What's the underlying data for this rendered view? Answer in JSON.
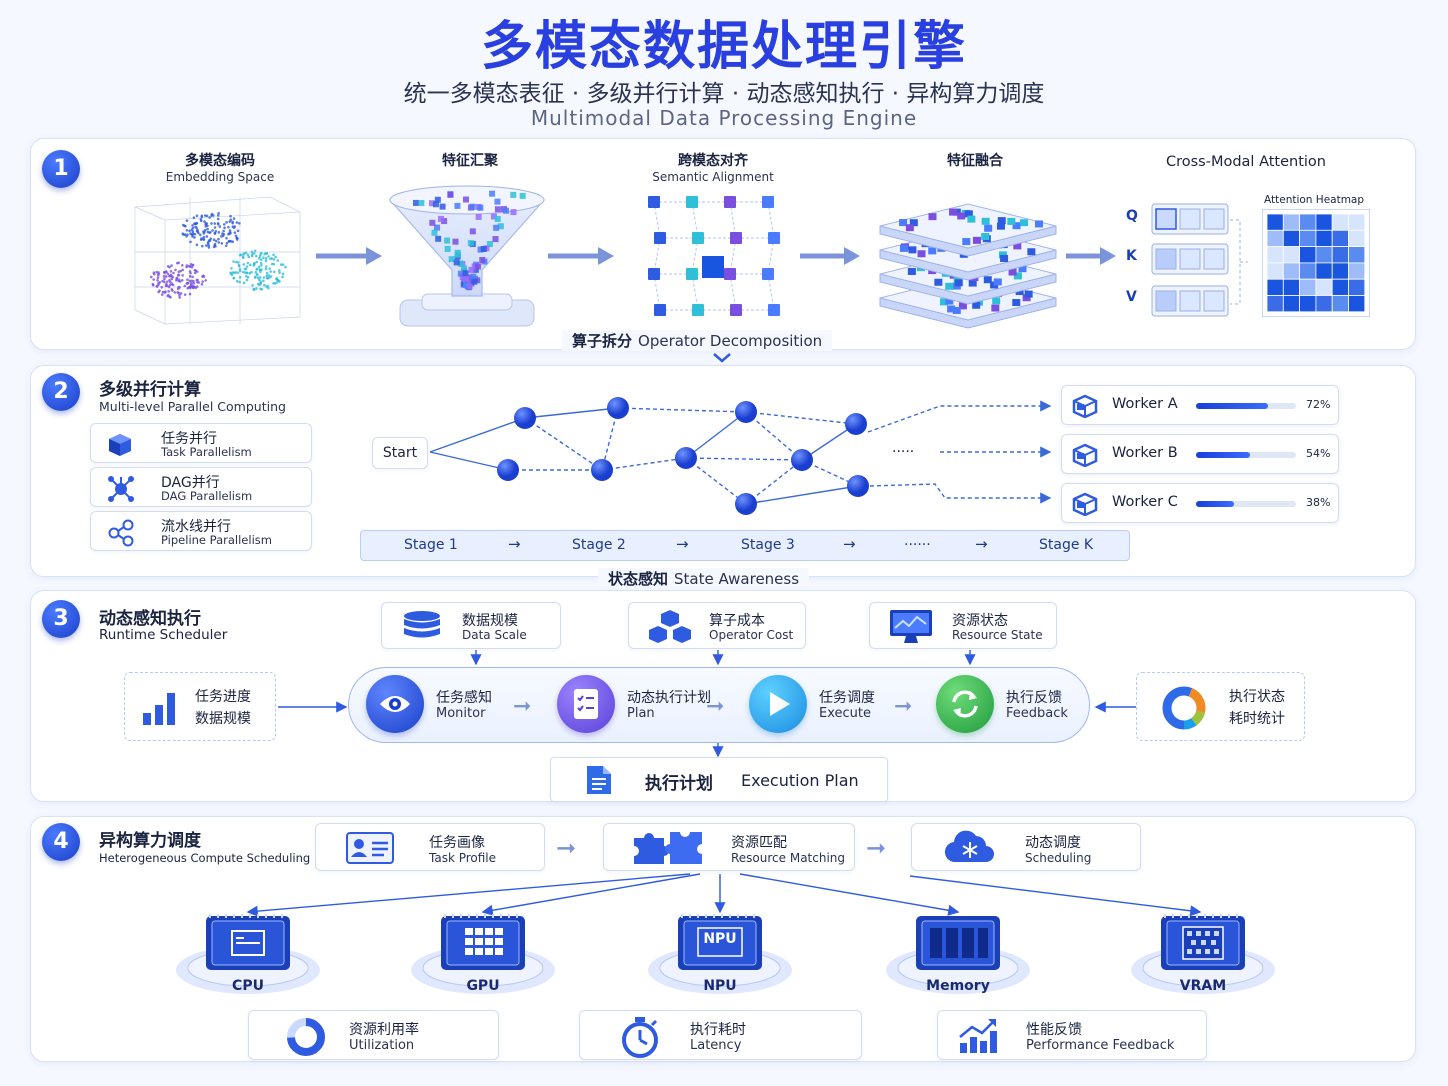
{
  "header": {
    "title": "多模态数据处理引擎",
    "subtitle": "统一多模态表征 · 多级并行计算 · 动态感知执行 · 异构算力调度",
    "subtitle_en": "Multimodal Data Processing Engine"
  },
  "section1": {
    "number": "1",
    "steps": [
      {
        "cn": "多模态编码",
        "en": "Embedding Space"
      },
      {
        "cn": "特征汇聚",
        "en": ""
      },
      {
        "cn": "跨模态对齐",
        "en": "Semantic Alignment"
      },
      {
        "cn": "特征融合",
        "en": ""
      }
    ],
    "attention": {
      "title": "Cross-Modal Attention",
      "heatmap_label": "Attention Heatmap",
      "qkv": [
        "Q",
        "K",
        "V"
      ]
    }
  },
  "sep1": {
    "cn": "算子拆分",
    "en": "Operator Decomposition"
  },
  "section2": {
    "number": "2",
    "title_cn": "多级并行计算",
    "title_en": "Multi-level Parallel Computing",
    "modes": [
      {
        "cn": "任务并行",
        "en": "Task Parallelism",
        "icon": "cube-icon"
      },
      {
        "cn": "DAG并行",
        "en": "DAG Parallelism",
        "icon": "dag-icon"
      },
      {
        "cn": "流水线并行",
        "en": "Pipeline Parallelism",
        "icon": "share-icon"
      }
    ],
    "start_label": "Start",
    "ellipsis": "·····",
    "stages": [
      "Stage 1",
      "Stage 2",
      "Stage 3",
      "······",
      "Stage K"
    ],
    "workers": [
      {
        "name": "Worker A",
        "pct": "72%",
        "value": 0.72
      },
      {
        "name": "Worker B",
        "pct": "54%",
        "value": 0.54
      },
      {
        "name": "Worker C",
        "pct": "38%",
        "value": 0.38
      }
    ]
  },
  "sep2": {
    "cn": "状态感知",
    "en": "State Awareness"
  },
  "section3": {
    "number": "3",
    "title_cn": "动态感知执行",
    "title_en": "Runtime Scheduler",
    "inputs": [
      {
        "cn": "数据规模",
        "en": "Data Scale"
      },
      {
        "cn": "算子成本",
        "en": "Operator Cost"
      },
      {
        "cn": "资源状态",
        "en": "Resource State"
      }
    ],
    "left_box": {
      "line1": "任务进度",
      "line2": "数据规模"
    },
    "right_box": {
      "line1": "执行状态",
      "line2": "耗时统计"
    },
    "loop": [
      {
        "cn": "任务感知",
        "en": "Monitor",
        "color": "#2f5be0"
      },
      {
        "cn": "动态执行计划",
        "en": "Plan",
        "color": "#6a4fe0"
      },
      {
        "cn": "任务调度",
        "en": "Execute",
        "color": "#1aa0e8"
      },
      {
        "cn": "执行反馈",
        "en": "Feedback",
        "color": "#2fb04a"
      }
    ],
    "plan": {
      "cn": "执行计划",
      "en": "Execution Plan"
    }
  },
  "section4": {
    "number": "4",
    "title_cn": "异构算力调度",
    "title_en": "Heterogeneous Compute Scheduling",
    "flow": [
      {
        "cn": "任务画像",
        "en": "Task Profile"
      },
      {
        "cn": "资源匹配",
        "en": "Resource Matching"
      },
      {
        "cn": "动态调度",
        "en": "Scheduling"
      }
    ],
    "chips": [
      "CPU",
      "GPU",
      "NPU",
      "Memory",
      "VRAM"
    ],
    "npu_chip_text": "NPU",
    "metrics": [
      {
        "cn": "资源利用率",
        "en": "Utilization"
      },
      {
        "cn": "执行耗时",
        "en": "Latency"
      },
      {
        "cn": "性能反馈",
        "en": "Performance Feedback"
      }
    ]
  }
}
